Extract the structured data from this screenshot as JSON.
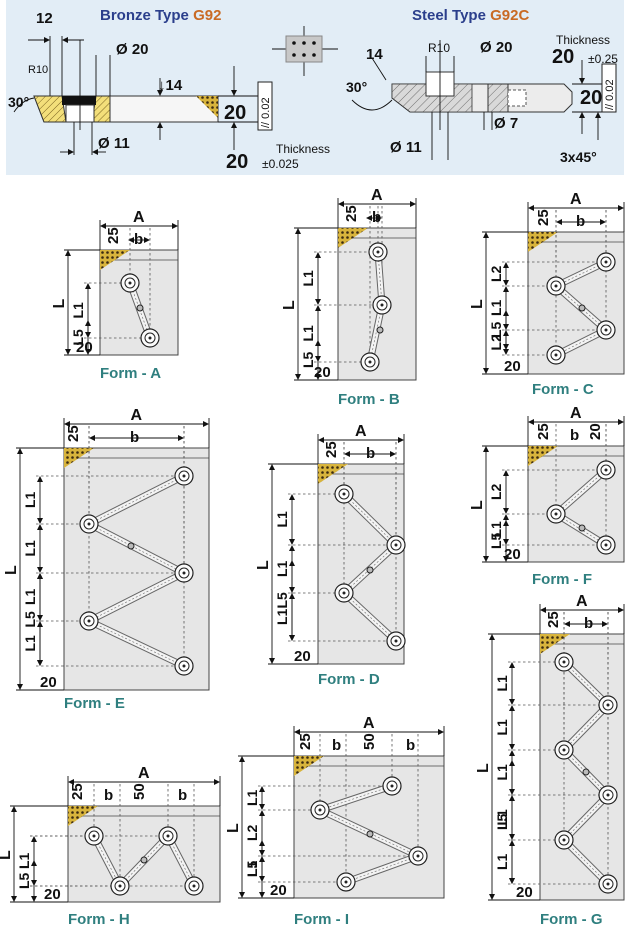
{
  "colors": {
    "header_bg": "#e2edf6",
    "blue": "#2b3f8c",
    "orange": "#c96a24",
    "caption": "#2f7f7f",
    "plate": "#e6e6e6",
    "hatch_gold": "#d4b23a"
  },
  "header": {
    "bronze_title": "Bronze Type ",
    "bronze_code": "G92",
    "steel_title": "Steel Type ",
    "steel_code": "G92C",
    "bronze": {
      "d12": "12",
      "d20": "Ø 20",
      "r10": "R10",
      "a30": "30°",
      "d14": "↓14",
      "d11": "Ø 11",
      "t20": "20",
      "flat": "// 0.02",
      "thick_label": "Thickness",
      "thick_val": "20",
      "thick_tol": "±0.025"
    },
    "steel": {
      "d14": "14",
      "r10": "R10",
      "d20": "Ø 20",
      "a30": "30°",
      "d7": "Ø 7",
      "d11": "Ø 11",
      "t20": "20",
      "flat": "// 0.02",
      "thick_label": "Thickness",
      "thick_val": "20",
      "thick_tol": "±0.25",
      "chamfer": "3x45°"
    },
    "icon": "grip-dots-move-icon"
  },
  "labels": {
    "A": "A",
    "b": "b",
    "L": "L",
    "L1": "L1",
    "L2": "L2",
    "L5": "L5",
    "n25": "25",
    "n20": "20",
    "n50": "50"
  },
  "forms": [
    {
      "id": "A",
      "caption": "Form - A"
    },
    {
      "id": "B",
      "caption": "Form - B"
    },
    {
      "id": "C",
      "caption": "Form - C"
    },
    {
      "id": "D",
      "caption": "Form - D"
    },
    {
      "id": "E",
      "caption": "Form - E"
    },
    {
      "id": "F",
      "caption": "Form - F"
    },
    {
      "id": "G",
      "caption": "Form - G"
    },
    {
      "id": "H",
      "caption": "Form - H"
    },
    {
      "id": "I",
      "caption": "Form - I"
    }
  ]
}
